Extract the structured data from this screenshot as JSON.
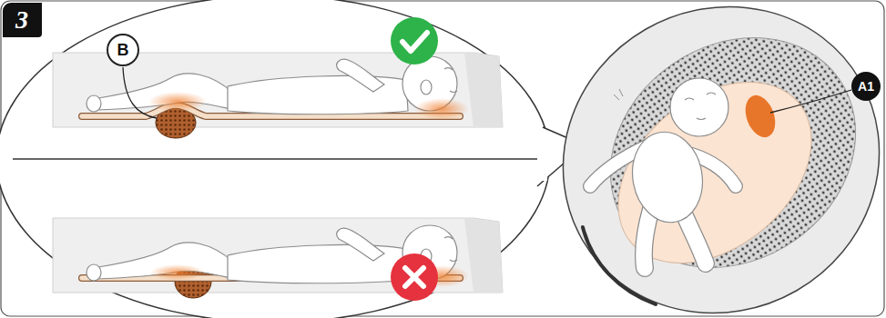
{
  "diagram": {
    "nodes": [
      {
        "text": [
          "3"
        ]
      },
      {
        "text": [
          "B"
        ]
      },
      {
        "text": [
          "A1"
        ]
      }
    ]
  }
}
